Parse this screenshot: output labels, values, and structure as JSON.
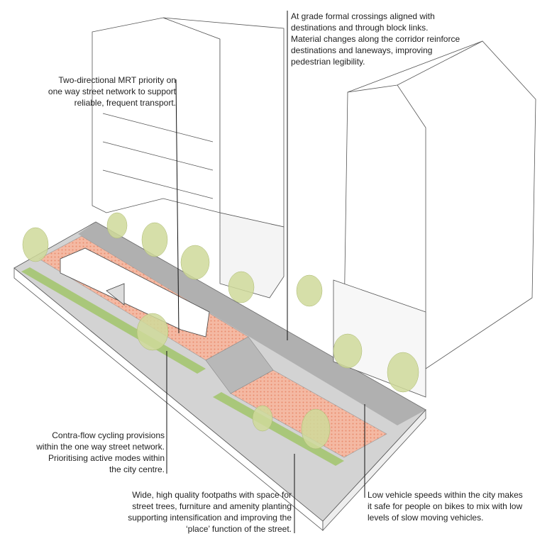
{
  "annotations": {
    "mrt": [
      "Two-directional MRT priority on",
      "one way street network to support",
      "reliable, frequent transport."
    ],
    "crossings": [
      "At grade formal crossings aligned with",
      "destinations and through block links.",
      "Material changes along the corridor reinforce",
      "destinations and laneways, improving",
      "pedestrian legibility."
    ],
    "cycling": [
      "Contra-flow cycling provisions",
      "within the one way street network.",
      "Prioritising active modes within",
      "the city centre."
    ],
    "footpaths": [
      "Wide, high quality footpaths with space for",
      "street trees, furniture and amenity planting",
      "supporting intensification and improving the",
      "‘place’ function of the street."
    ],
    "speeds": [
      "Low vehicle speeds within the city makes",
      "it safe for people on bikes to mix with low",
      "levels of slow moving vehicles."
    ]
  },
  "colors": {
    "road": "#f4b9a3",
    "planting": "#a9c77a",
    "tree": "#cfd99a",
    "paving": "#c8c8c8",
    "crossing": "#b5b5b5"
  }
}
